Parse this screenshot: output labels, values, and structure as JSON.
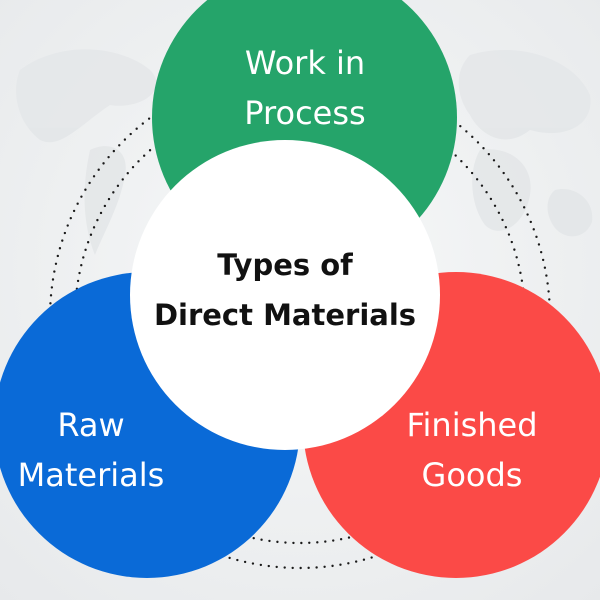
{
  "diagram": {
    "center": {
      "line1": "Types of",
      "line2": "Direct Materials",
      "color": "#ffffff"
    },
    "segments": [
      {
        "key": "work_in_process",
        "line1": "Work in",
        "line2": "Process",
        "color": "#25a46a"
      },
      {
        "key": "raw_materials",
        "line1": "Raw",
        "line2": "Materials",
        "color": "#0a6ad7"
      },
      {
        "key": "finished_goods",
        "line1": "Finished",
        "line2": "Goods",
        "color": "#fb4a47"
      }
    ],
    "ring_style": "dotted",
    "ring_color": "#1a1a1a",
    "background_color": "#f0f1f2"
  }
}
